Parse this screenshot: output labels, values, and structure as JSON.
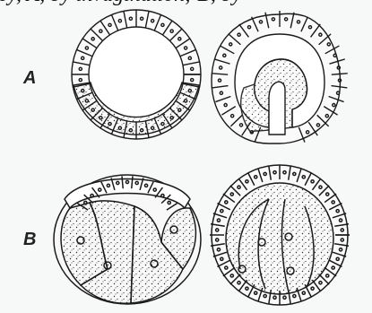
{
  "header": {
    "fragment": "ey, A, by invagination; B, by"
  },
  "labels": {
    "row_a": "A",
    "row_b": "B"
  },
  "colors": {
    "cell_stroke": "#1a1a1a",
    "yolk_fill": "#f2f2f2",
    "stipple": "#2a2a2a",
    "background": "#f7f8f8"
  }
}
